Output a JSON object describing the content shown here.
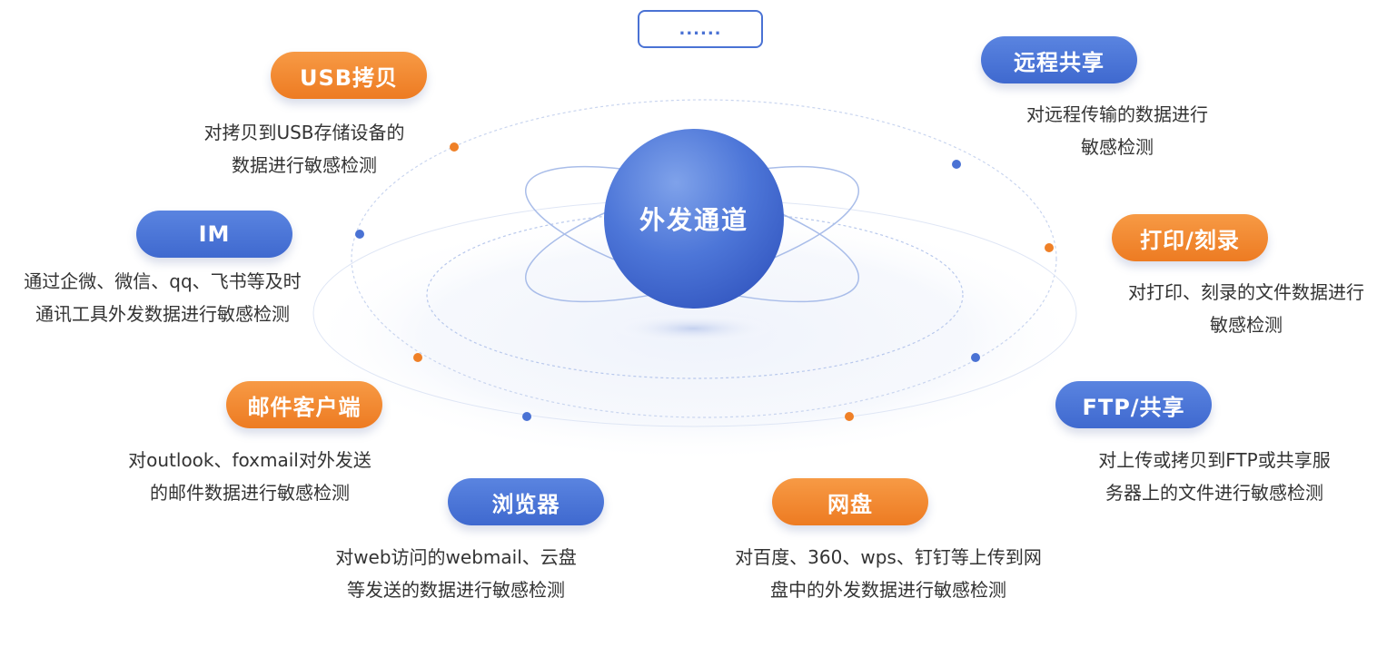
{
  "more_label": "......",
  "center": {
    "label": "外发通道",
    "color": "#3f69cf"
  },
  "accent_colors": {
    "blue": "#4a72d4",
    "orange": "#ef8027"
  },
  "channels": [
    {
      "id": "usb",
      "label": "USB拷贝",
      "color": "orange",
      "desc_line1": "对拷贝到USB存储设备的",
      "desc_line2": "数据进行敏感检测"
    },
    {
      "id": "im",
      "label": "IM",
      "color": "blue",
      "desc_line1": "通过企微、微信、qq、飞书等及时",
      "desc_line2": "通讯工具外发数据进行敏感检测"
    },
    {
      "id": "mail",
      "label": "邮件客户端",
      "color": "orange",
      "desc_line1": "对outlook、foxmail对外发送",
      "desc_line2": "的邮件数据进行敏感检测"
    },
    {
      "id": "browser",
      "label": "浏览器",
      "color": "blue",
      "desc_line1": "对web访问的webmail、云盘",
      "desc_line2": "等发送的数据进行敏感检测"
    },
    {
      "id": "netdisk",
      "label": "网盘",
      "color": "orange",
      "desc_line1": "对百度、360、wps、钉钉等上传到网",
      "desc_line2": "盘中的外发数据进行敏感检测"
    },
    {
      "id": "ftp",
      "label": "FTP/共享",
      "color": "blue",
      "desc_line1": "对上传或拷贝到FTP或共享服",
      "desc_line2": "务器上的文件进行敏感检测"
    },
    {
      "id": "print",
      "label": "打印/刻录",
      "color": "orange",
      "desc_line1": "对打印、刻录的文件数据进行",
      "desc_line2": "敏感检测"
    },
    {
      "id": "remote",
      "label": "远程共享",
      "color": "blue",
      "desc_line1": "对远程传输的数据进行",
      "desc_line2": "敏感检测"
    }
  ]
}
